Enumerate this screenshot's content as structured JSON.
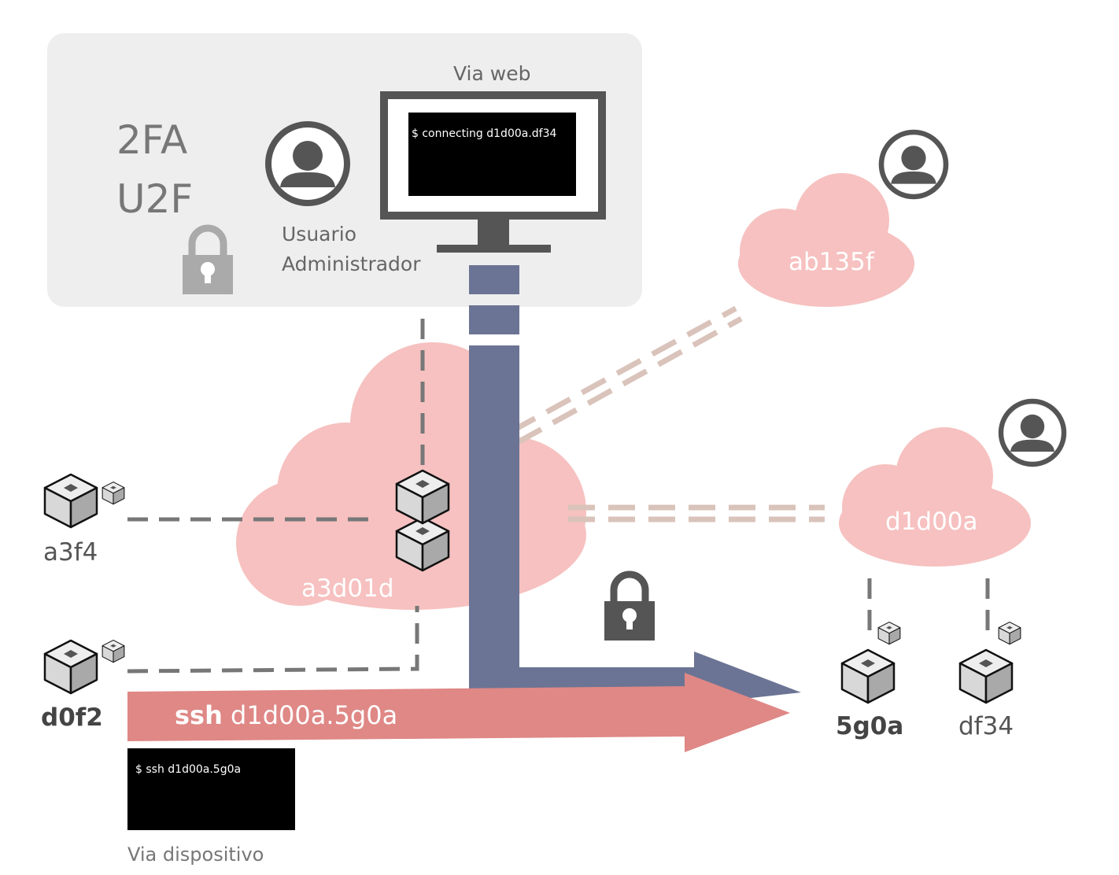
{
  "auth_panel": {
    "line1": "2FA",
    "line2": "U2F",
    "user_line1": "Usuario",
    "user_line2": "Administrador",
    "via_web": "Via web",
    "monitor_command": "$ connecting d1d00a.df34"
  },
  "clouds": {
    "ab135f": "ab135f",
    "a3d01d": "a3d01d",
    "d1d00a": "d1d00a"
  },
  "devices": {
    "a3f4": "a3f4",
    "d0f2": "d0f2",
    "5g0a": "5g0a",
    "df34": "df34"
  },
  "ssh_arrow": {
    "keyword": "ssh",
    "target": "d1d00a.5g0a"
  },
  "device_terminal": {
    "command": "$ ssh d1d00a.5g0a",
    "caption": "Via dispositivo"
  },
  "icons": [
    "user-icon",
    "lock-icon",
    "monitor-icon",
    "cloud-icon",
    "device-cube-icon"
  ],
  "colors": {
    "panel": "#eeeeee",
    "panel_text": "#777777",
    "cloud": "#f6c1c0",
    "tunnel": "#6b7494",
    "ssh_arrow": "#df8886",
    "dash_dark": "#777777",
    "dash_light": "#d9c3ba",
    "dark_icon": "#555555"
  }
}
